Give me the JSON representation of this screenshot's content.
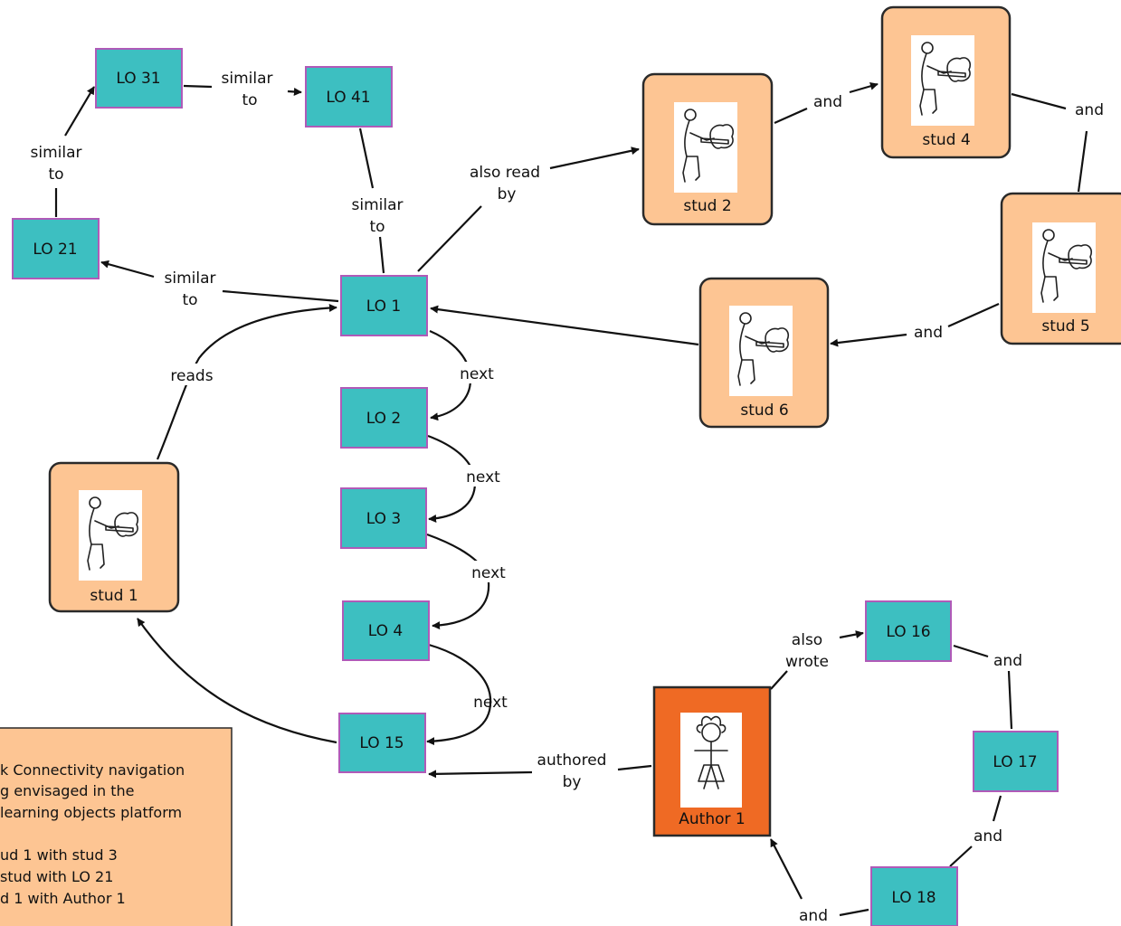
{
  "nodes": {
    "lo31": "LO 31",
    "lo41": "LO 41",
    "lo21": "LO 21",
    "lo1": "LO 1",
    "lo2": "LO 2",
    "lo3": "LO 3",
    "lo4": "LO 4",
    "lo15": "LO 15",
    "lo16": "LO 16",
    "lo17": "LO 17",
    "lo18": "LO 18",
    "stud1": "stud 1",
    "stud2": "stud 2",
    "stud4": "stud 4",
    "stud5": "stud 5",
    "stud6": "stud 6",
    "author1": "Author 1"
  },
  "edges": {
    "similar": [
      "similar",
      "to"
    ],
    "also_read": [
      "also read",
      "by"
    ],
    "authored": [
      "authored",
      "by"
    ],
    "also_wrote": [
      "also",
      "wrote"
    ],
    "and": "and",
    "next": "next",
    "reads": "reads"
  },
  "legend": {
    "lines": [
      "k Connectivity navigation",
      "g envisaged in the",
      "learning objects platform",
      "",
      "ud 1 with stud 3",
      "stud with LO 21",
      "d 1 with Author 1"
    ]
  },
  "colors": {
    "learning_object": "#3dbfc1",
    "learning_object_border": "#b05ab8",
    "student": "#fdc593",
    "author": "#ef6a24"
  },
  "icons": {
    "student": "student-at-computer-icon",
    "author": "author-figure-icon"
  }
}
